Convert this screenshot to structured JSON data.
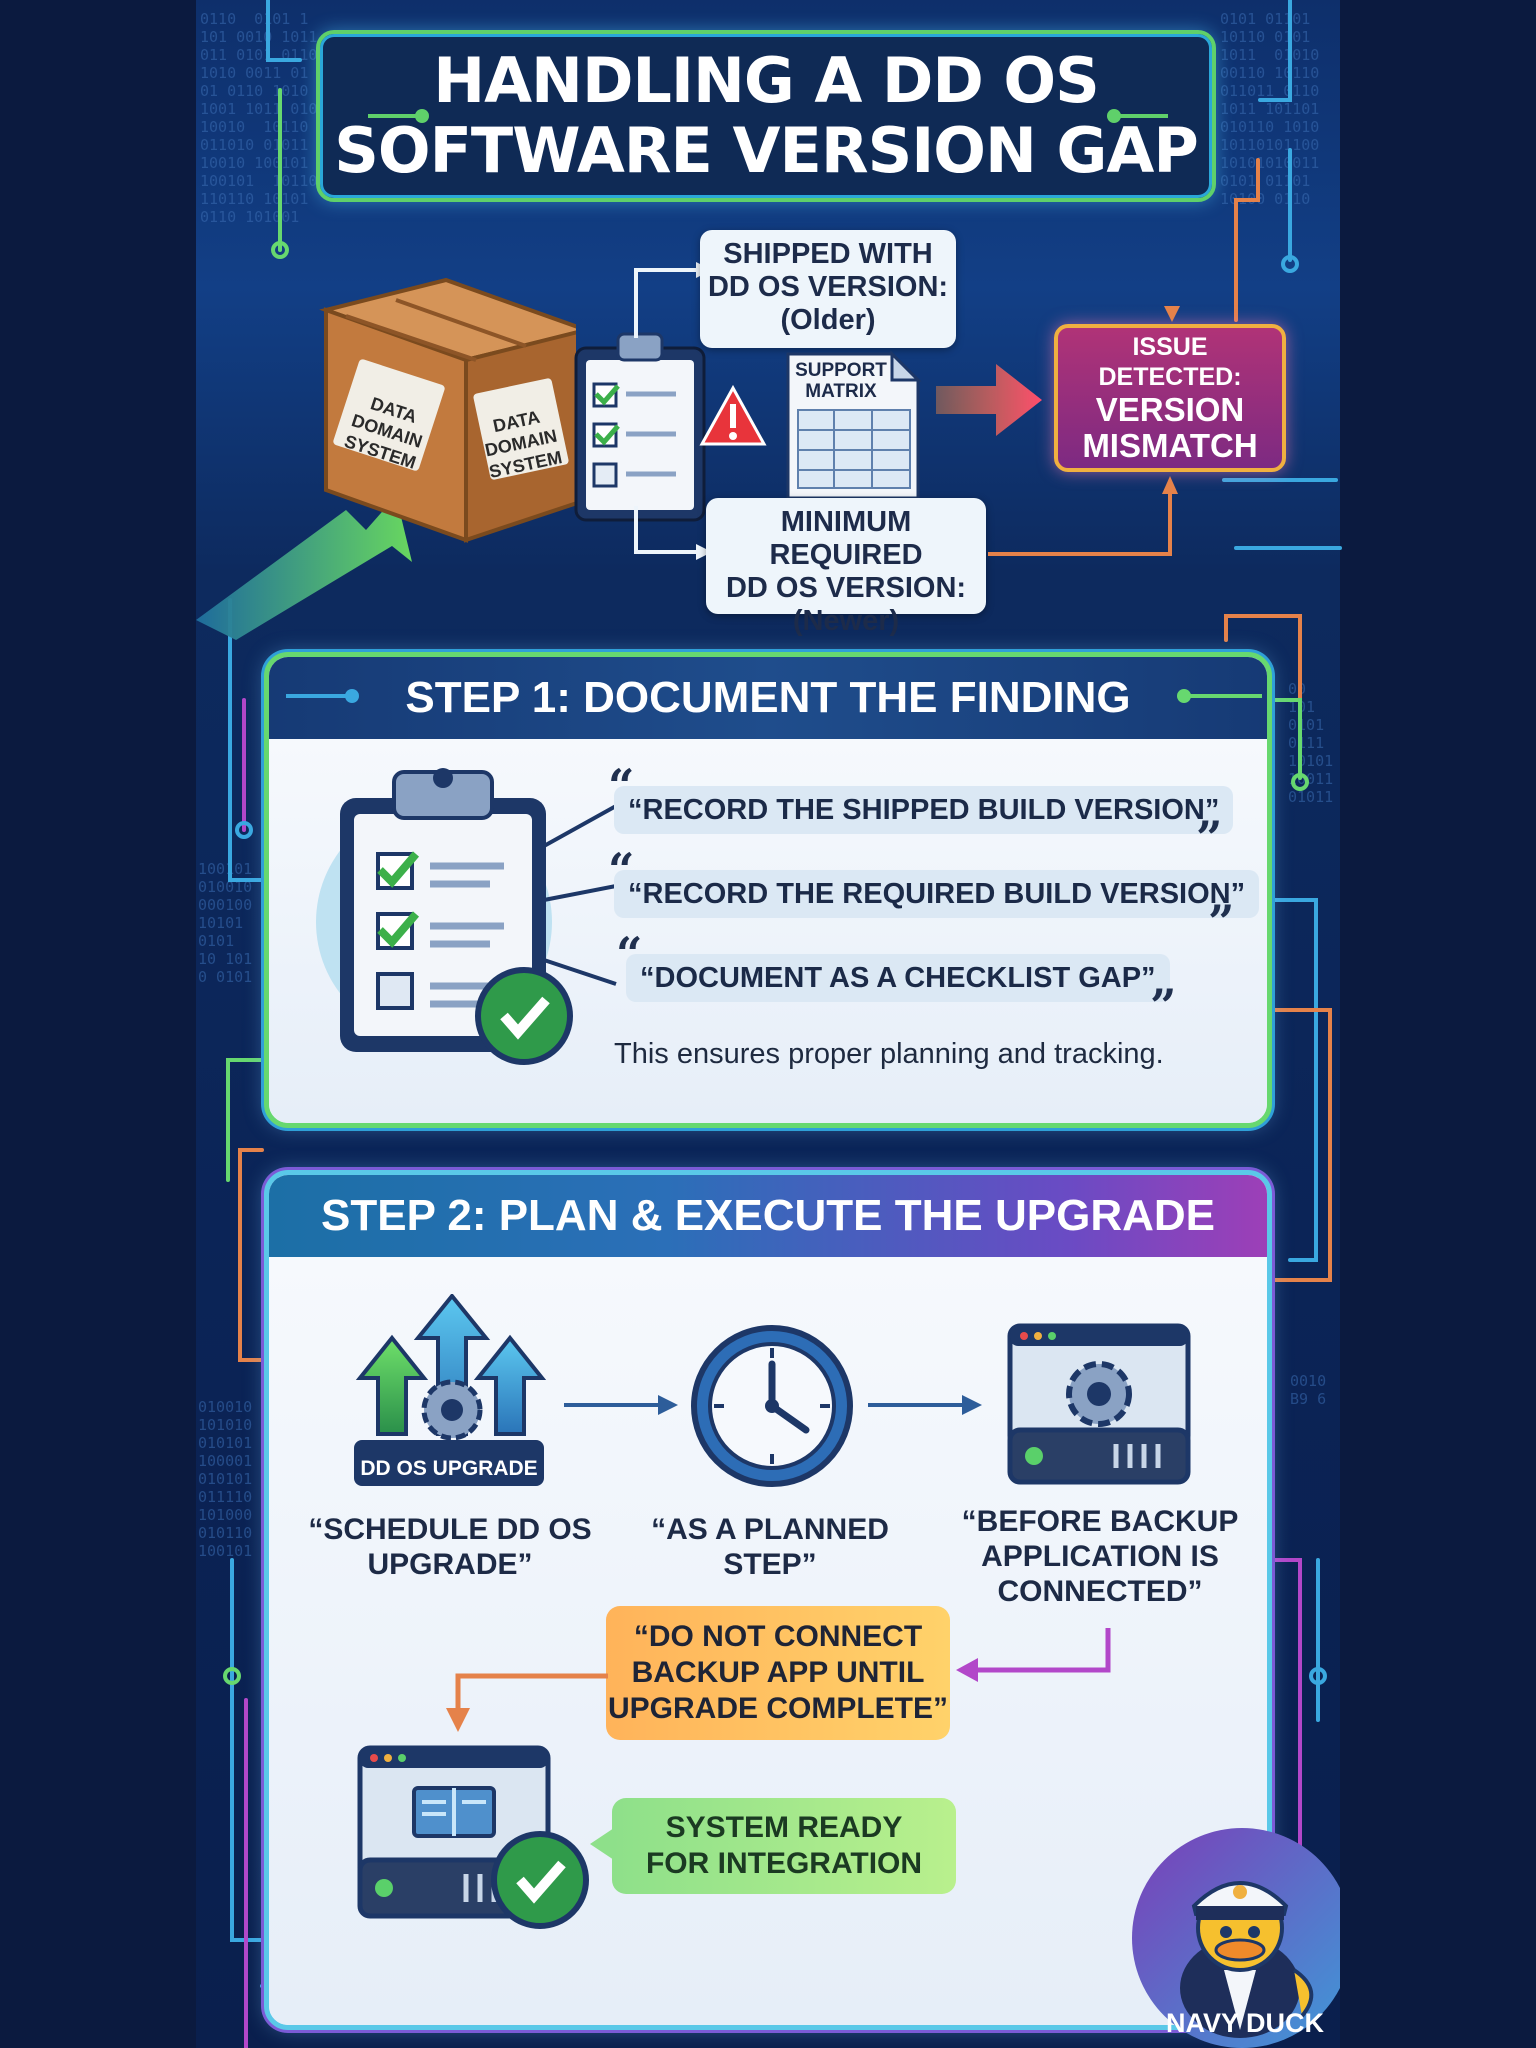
{
  "title": {
    "line1": "HANDLING A DD OS",
    "line2": "SOFTWARE VERSION GAP"
  },
  "overview": {
    "crate_label_1": "DATA DOMAIN SYSTEM",
    "crate_label_2": "DATA DOMAIN SYSTEM",
    "shipped_note": [
      "SHIPPED WITH",
      "DD OS VERSION:",
      "(Older)"
    ],
    "support_matrix": [
      "SUPPORT",
      "MATRIX"
    ],
    "required_note": [
      "MINIMUM REQUIRED",
      "DD OS VERSION:",
      "(Newer)"
    ],
    "issue": {
      "label": "ISSUE DETECTED:",
      "line1": "VERSION",
      "line2": "MISMATCH"
    }
  },
  "step1": {
    "heading": "STEP 1: DOCUMENT THE FINDING",
    "quotes": [
      "“RECORD THE SHIPPED BUILD VERSION”",
      "“RECORD THE REQUIRED BUILD VERSION”",
      "“DOCUMENT AS A CHECKLIST GAP”"
    ],
    "open_quote_mark": "“",
    "close_quote_mark": "”",
    "footnote": "This ensures proper planning and tracking."
  },
  "step2": {
    "heading": "STEP 2: PLAN & EXECUTE THE UPGRADE",
    "upgrade_badge": "DD OS UPGRADE",
    "captions": [
      [
        "“SCHEDULE DD OS",
        "UPGRADE”"
      ],
      [
        "“AS A PLANNED",
        "STEP”"
      ],
      [
        "“BEFORE BACKUP",
        "APPLICATION IS",
        "CONNECTED”"
      ]
    ],
    "warning": [
      "“DO NOT CONNECT",
      "BACKUP APP UNTIL",
      "UPGRADE COMPLETE”"
    ],
    "ready": [
      "SYSTEM READY",
      "FOR INTEGRATION"
    ]
  },
  "brand": {
    "name": "NAVY DUCK"
  },
  "colors": {
    "background": "#0b1a3f",
    "panel_green": "#67d86f",
    "panel_blue": "#5ac8e8",
    "issue": "#b03377",
    "warning": "#ffb35a",
    "ready": "#8ee08a",
    "circuit_orange": "#e5824a",
    "circuit_purple": "#b247c9",
    "circuit_blue": "#3aa8e0"
  },
  "icons": [
    "crate-icon",
    "clipboard-icon",
    "warning-triangle-icon",
    "support-matrix-document-icon",
    "arrow-icon",
    "upgrade-arrows-gear-icon",
    "clock-icon",
    "server-gear-icon",
    "server-window-icon",
    "check-circle-icon",
    "navy-duck-mascot-icon"
  ]
}
